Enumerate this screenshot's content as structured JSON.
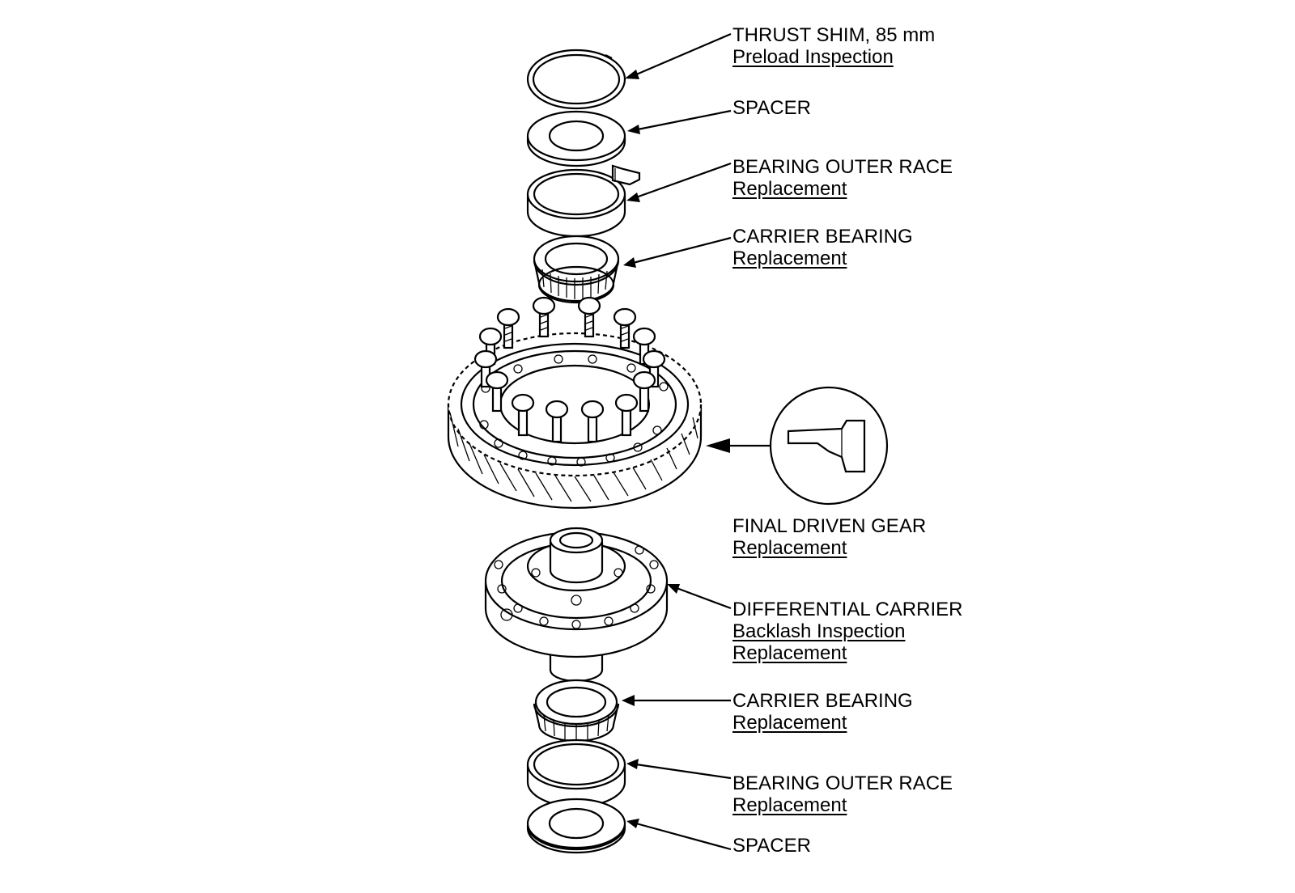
{
  "callouts": {
    "thrust_shim": {
      "title": "THRUST SHIM, 85 mm",
      "links": [
        "Preload Inspection"
      ]
    },
    "spacer_top": {
      "title": "SPACER",
      "links": []
    },
    "outer_race_top": {
      "title": "BEARING OUTER RACE",
      "links": [
        "Replacement"
      ]
    },
    "carrier_bearing_top": {
      "title": "CARRIER BEARING",
      "links": [
        "Replacement"
      ]
    },
    "final_driven_gear": {
      "title": "FINAL DRIVEN GEAR",
      "links": [
        "Replacement"
      ]
    },
    "differential_carrier": {
      "title": "DIFFERENTIAL CARRIER",
      "links": [
        "Backlash Inspection",
        "Replacement"
      ]
    },
    "carrier_bearing_bottom": {
      "title": "CARRIER BEARING",
      "links": [
        "Replacement"
      ]
    },
    "outer_race_bottom": {
      "title": "BEARING OUTER RACE",
      "links": [
        "Replacement"
      ]
    },
    "spacer_bottom": {
      "title": "SPACER",
      "links": []
    }
  }
}
